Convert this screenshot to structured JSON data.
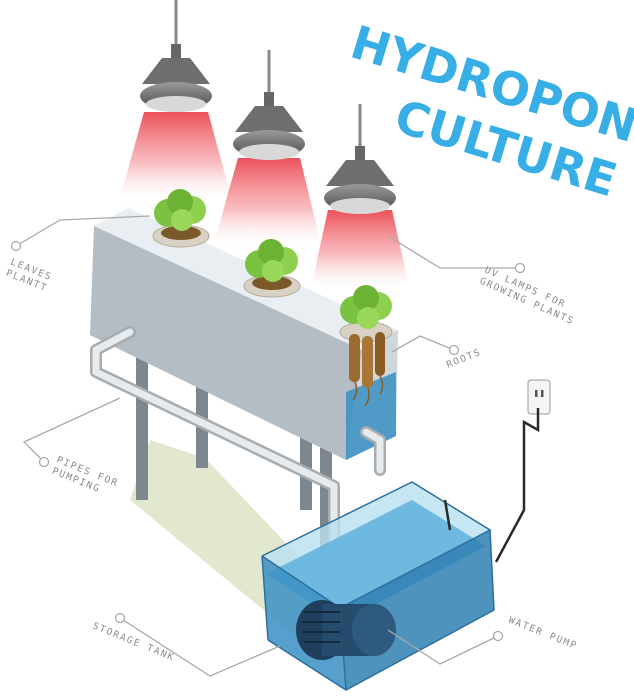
{
  "title": {
    "line1": "HYDROPONIC",
    "line2": "CULTURE"
  },
  "labels": {
    "leaves": [
      "LEAVES",
      "PLANTT"
    ],
    "uv_lamps": [
      "UV LAMPS FOR",
      "GROWING PLANTS"
    ],
    "roots": "ROOTS",
    "pipes": [
      "PIPES FOR",
      "PUMPING"
    ],
    "storage_tank": "STORAGE TANK",
    "water_pump": "WATER PUMP"
  },
  "colors": {
    "title": "#38aee6",
    "label": "#8a8a8a",
    "lamp_glow": "#e8323c",
    "trough_side": "#b4bcc4",
    "water": "#3a8fc4",
    "tank_glass": "#9ed4ec",
    "leaf": "#7cc241",
    "roots": "#9a6a2e"
  },
  "icons": [
    "pendant-lamp-icon",
    "lettuce-icon",
    "wall-outlet-icon",
    "water-pump-icon"
  ]
}
